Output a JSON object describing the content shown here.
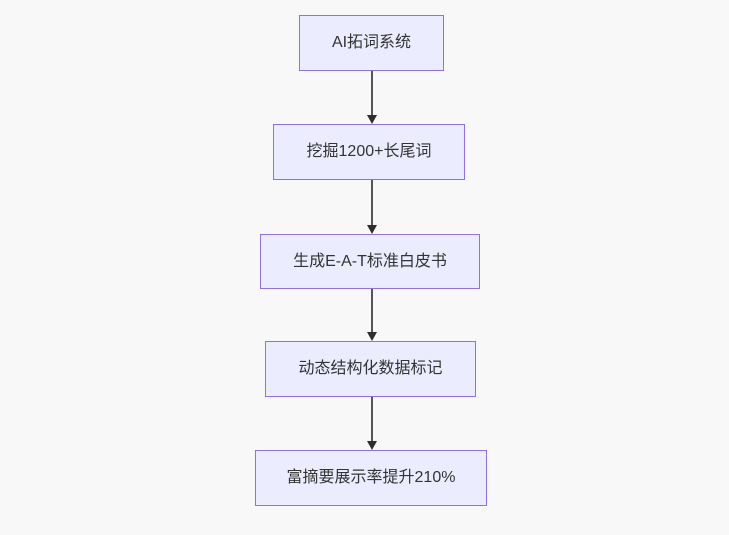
{
  "diagram": {
    "type": "flowchart",
    "direction": "top-down",
    "nodes": [
      {
        "id": "A",
        "label": "AI拓词系统"
      },
      {
        "id": "B",
        "label": "挖掘1200+长尾词"
      },
      {
        "id": "C",
        "label": "生成E-A-T标准白皮书"
      },
      {
        "id": "D",
        "label": "动态结构化数据标记"
      },
      {
        "id": "E",
        "label": "富摘要展示率提升210%"
      }
    ],
    "edges": [
      {
        "from": "AI拓词系统",
        "to": "挖掘1200+长尾词"
      },
      {
        "from": "挖掘1200+长尾词",
        "to": "生成E-A-T标准白皮书"
      },
      {
        "from": "生成E-A-T标准白皮书",
        "to": "动态结构化数据标记"
      },
      {
        "from": "动态结构化数据标记",
        "to": "富摘要展示率提升210%"
      }
    ],
    "colors": {
      "background": "#f8f8f8",
      "node_fill": "#ececff",
      "node_border": "#9370db",
      "text": "#333333",
      "arrow_line": "#555555",
      "arrow_head": "#2e2e2e"
    }
  }
}
